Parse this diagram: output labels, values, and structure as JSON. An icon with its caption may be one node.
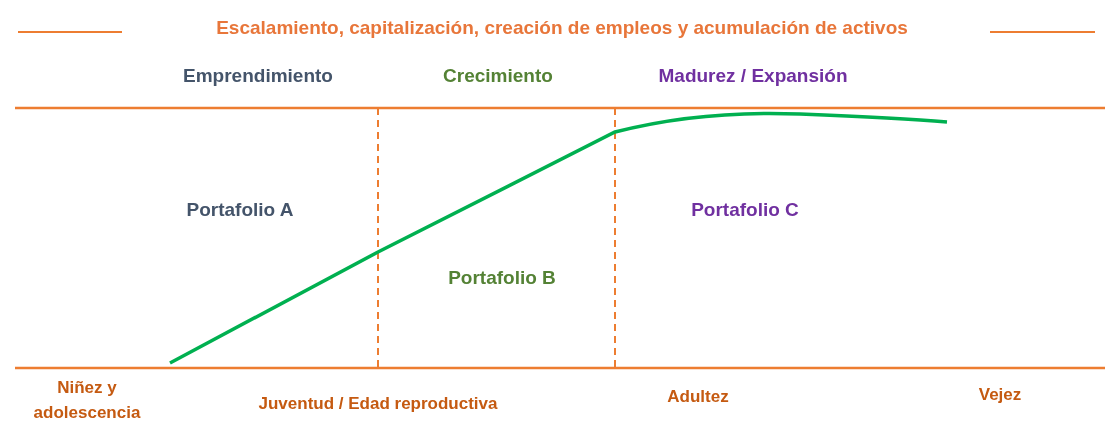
{
  "diagram": {
    "title": "Escalamiento, capitalización, creación de empleos y acumulación de activos",
    "labels": [
      "Emprendimiento",
      "Crecimiento",
      "Madurez / Expansión",
      "Portafolio A",
      "Portafolio C",
      "Portafolio B",
      "Niñez y adolescencia",
      "Juventud / Edad reproductiva",
      "Adultez",
      "Vejez"
    ]
  }
}
